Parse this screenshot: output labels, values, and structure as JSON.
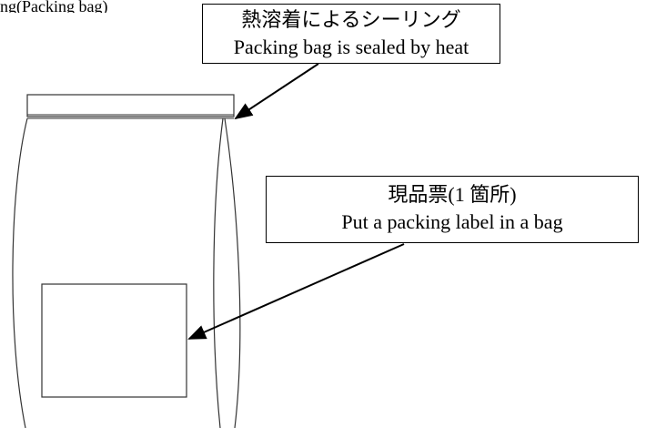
{
  "top_fragment": "ng(Packing bag)",
  "callouts": {
    "seal": {
      "line1": "熱溶着によるシーリング",
      "line2": "Packing bag is sealed by heat"
    },
    "label": {
      "line1": "現品票(1 箇所)",
      "line2": "Put a packing label in a bag"
    }
  }
}
